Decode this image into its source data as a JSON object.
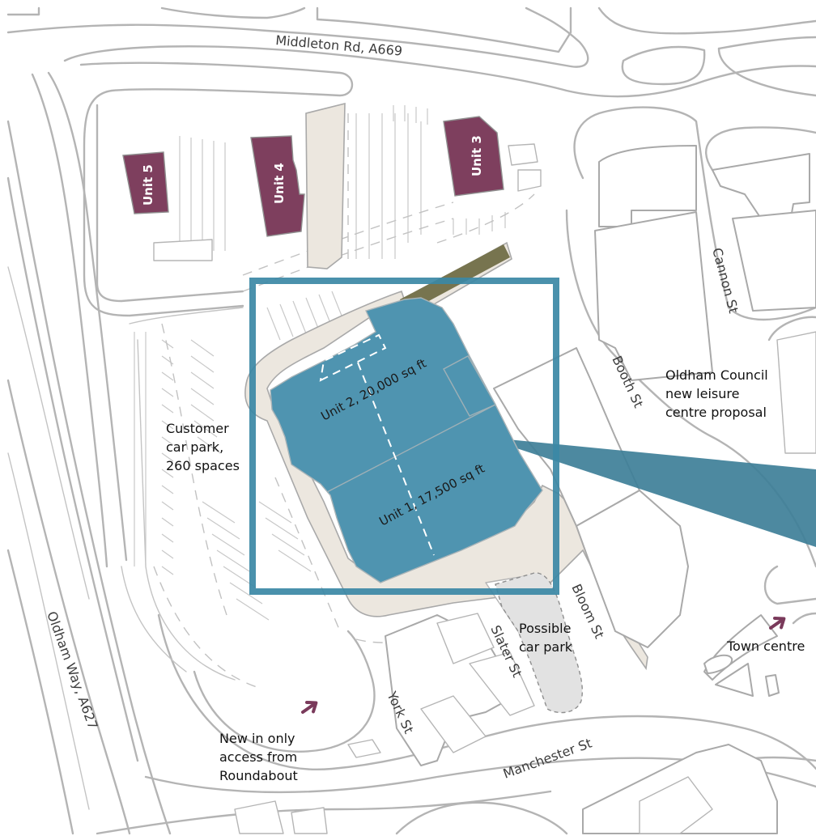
{
  "colors": {
    "site_blue": "#4f94b0",
    "site_frame": "#3b88a5",
    "pavement": "#ece7df",
    "unit_purple": "#7e3f5e",
    "olive_strip": "#77744f",
    "possible_car_park": "#e2e2e2",
    "arrow": "#7a3a5b"
  },
  "streets": {
    "middleton_rd": "Middleton Rd, A669",
    "cannon_st": "Cannon St",
    "booth_st": "Booth St",
    "bloom_st": "Bloom St",
    "slater_st": "Slater St",
    "york_st": "York St",
    "manchester_st": "Manchester St",
    "oldham_way": "Oldham Way, A627"
  },
  "units": {
    "unit_3": "Unit 3",
    "unit_4": "Unit 4",
    "unit_5": "Unit 5",
    "unit_2": "Unit 2, 20,000 sq ft",
    "unit_1": "Unit 1, 17,500 sq ft"
  },
  "annotations": {
    "car_park": [
      "Customer",
      "car park,",
      "260 spaces"
    ],
    "leisure_centre": [
      "Oldham Council",
      "new leisure",
      "centre proposal"
    ],
    "possible_car_park": [
      "Possible",
      "car park"
    ],
    "town_centre": "Town centre",
    "new_access": [
      "New in only",
      "access from",
      "Roundabout"
    ]
  },
  "icons": {
    "town_centre_arrow": "arrow-up-right-icon",
    "access_arrow": "arrow-up-right-icon"
  }
}
